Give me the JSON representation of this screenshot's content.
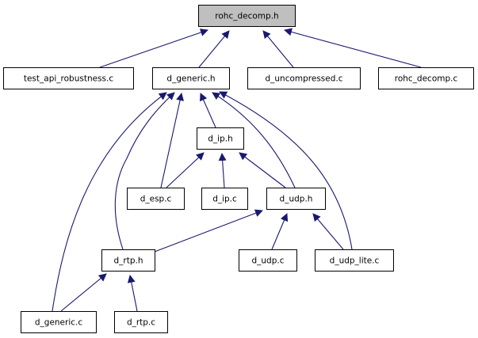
{
  "diagram": {
    "type": "include-dependency-graph",
    "colors": {
      "edge": "#191970",
      "root_fill": "#bfbfbf",
      "node_fill": "#ffffff",
      "border": "#000000"
    },
    "root": "rohc_decomp.h",
    "nodes": [
      {
        "id": "rohc_decomp_h",
        "label": "rohc_decomp.h",
        "root": true
      },
      {
        "id": "test_api_robustness_c",
        "label": "test_api_robustness.c"
      },
      {
        "id": "d_generic_h",
        "label": "d_generic.h"
      },
      {
        "id": "d_uncompressed_c",
        "label": "d_uncompressed.c"
      },
      {
        "id": "rohc_decomp_c",
        "label": "rohc_decomp.c"
      },
      {
        "id": "d_ip_h",
        "label": "d_ip.h"
      },
      {
        "id": "d_esp_c",
        "label": "d_esp.c"
      },
      {
        "id": "d_ip_c",
        "label": "d_ip.c"
      },
      {
        "id": "d_udp_h",
        "label": "d_udp.h"
      },
      {
        "id": "d_rtp_h",
        "label": "d_rtp.h"
      },
      {
        "id": "d_udp_c",
        "label": "d_udp.c"
      },
      {
        "id": "d_udp_lite_c",
        "label": "d_udp_lite.c"
      },
      {
        "id": "d_generic_c",
        "label": "d_generic.c"
      },
      {
        "id": "d_rtp_c",
        "label": "d_rtp.c"
      }
    ],
    "edges": [
      {
        "from": "test_api_robustness_c",
        "to": "rohc_decomp_h"
      },
      {
        "from": "d_generic_h",
        "to": "rohc_decomp_h"
      },
      {
        "from": "d_uncompressed_c",
        "to": "rohc_decomp_h"
      },
      {
        "from": "rohc_decomp_c",
        "to": "rohc_decomp_h"
      },
      {
        "from": "d_generic_c",
        "to": "d_generic_h"
      },
      {
        "from": "d_rtp_h",
        "to": "d_generic_h"
      },
      {
        "from": "d_esp_c",
        "to": "d_generic_h"
      },
      {
        "from": "d_ip_h",
        "to": "d_generic_h"
      },
      {
        "from": "d_udp_h",
        "to": "d_generic_h"
      },
      {
        "from": "d_udp_lite_c",
        "to": "d_generic_h"
      },
      {
        "from": "d_esp_c",
        "to": "d_ip_h"
      },
      {
        "from": "d_ip_c",
        "to": "d_ip_h"
      },
      {
        "from": "d_udp_h",
        "to": "d_ip_h"
      },
      {
        "from": "d_rtp_h",
        "to": "d_udp_h"
      },
      {
        "from": "d_udp_c",
        "to": "d_udp_h"
      },
      {
        "from": "d_udp_lite_c",
        "to": "d_udp_h"
      },
      {
        "from": "d_generic_c",
        "to": "d_rtp_h"
      },
      {
        "from": "d_rtp_c",
        "to": "d_rtp_h"
      }
    ]
  }
}
